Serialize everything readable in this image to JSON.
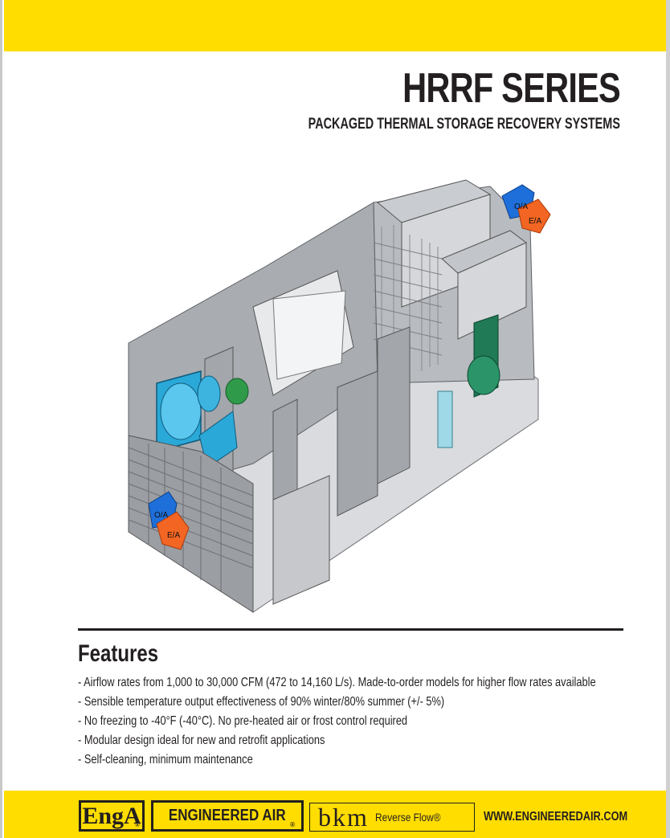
{
  "header": {
    "title": "HRRF SERIES",
    "subtitle": "PACKAGED THERMAL STORAGE RECOVERY SYSTEMS"
  },
  "illustration": {
    "description": "Isometric cutaway of packaged thermal storage recovery unit",
    "labels": {
      "outside_air": "O/A",
      "exhaust_air": "E/A"
    }
  },
  "features": {
    "title": "Features",
    "items": [
      "- Airflow rates from 1,000 to 30,000 CFM (472 to 14,160 L/s). Made-to-order models for higher flow rates available",
      "- Sensible temperature output effectiveness of 90% winter/80% summer (+/- 5%)",
      "- No freezing to -40°F (-40°C). No pre-heated air or frost control required",
      "- Modular design ideal for new and retrofit applications",
      "- Self-cleaning, minimum maintenance"
    ]
  },
  "footer": {
    "logo_enga": "EngA",
    "logo_engineered_air": "ENGINEERED AIR",
    "registered": "®",
    "logo_bkm": "bkm",
    "logo_reverse_flow": "Reverse Flow®",
    "website": "WWW.ENGINEEREDAIR.COM"
  },
  "colors": {
    "brand_yellow": "#ffdd00",
    "text_dark": "#231f20",
    "outside_air_blue": "#1e6fd9",
    "exhaust_air_orange": "#f26522",
    "fan_blue": "#2aa8d8",
    "motor_green": "#2f9a4a"
  }
}
